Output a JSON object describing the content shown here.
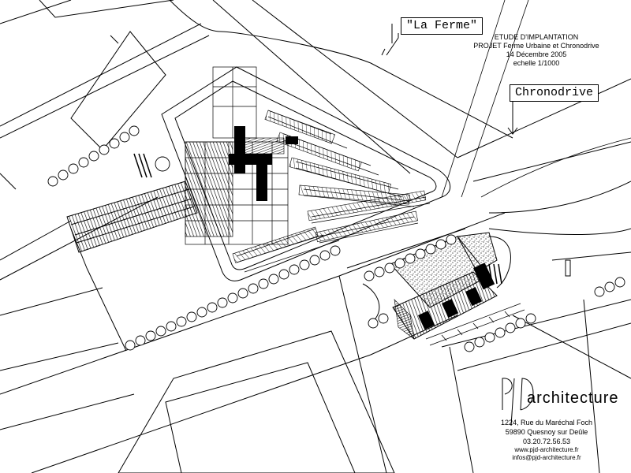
{
  "labels": {
    "ferme": "\"La Ferme\"",
    "chronodrive": "Chronodrive"
  },
  "title_block": {
    "line1": "ETUDE D'IMPLANTATION",
    "line2": "PROJET Ferme Urbaine et Chronodrive",
    "line3": "14 Décembre 2005",
    "line4": "echelle 1/1000"
  },
  "firm": {
    "logo_mark": "PJD",
    "logo_text": "architecture",
    "address1": "1224, Rue du Maréchal Foch",
    "address2": "59890 Quesnoy sur Deûle",
    "phone": "03.20.72.56.53",
    "web": "www.pjd-architecture.fr",
    "email": "infos@pjd-architecture.fr"
  },
  "colors": {
    "line": "#000000",
    "background": "#ffffff"
  }
}
